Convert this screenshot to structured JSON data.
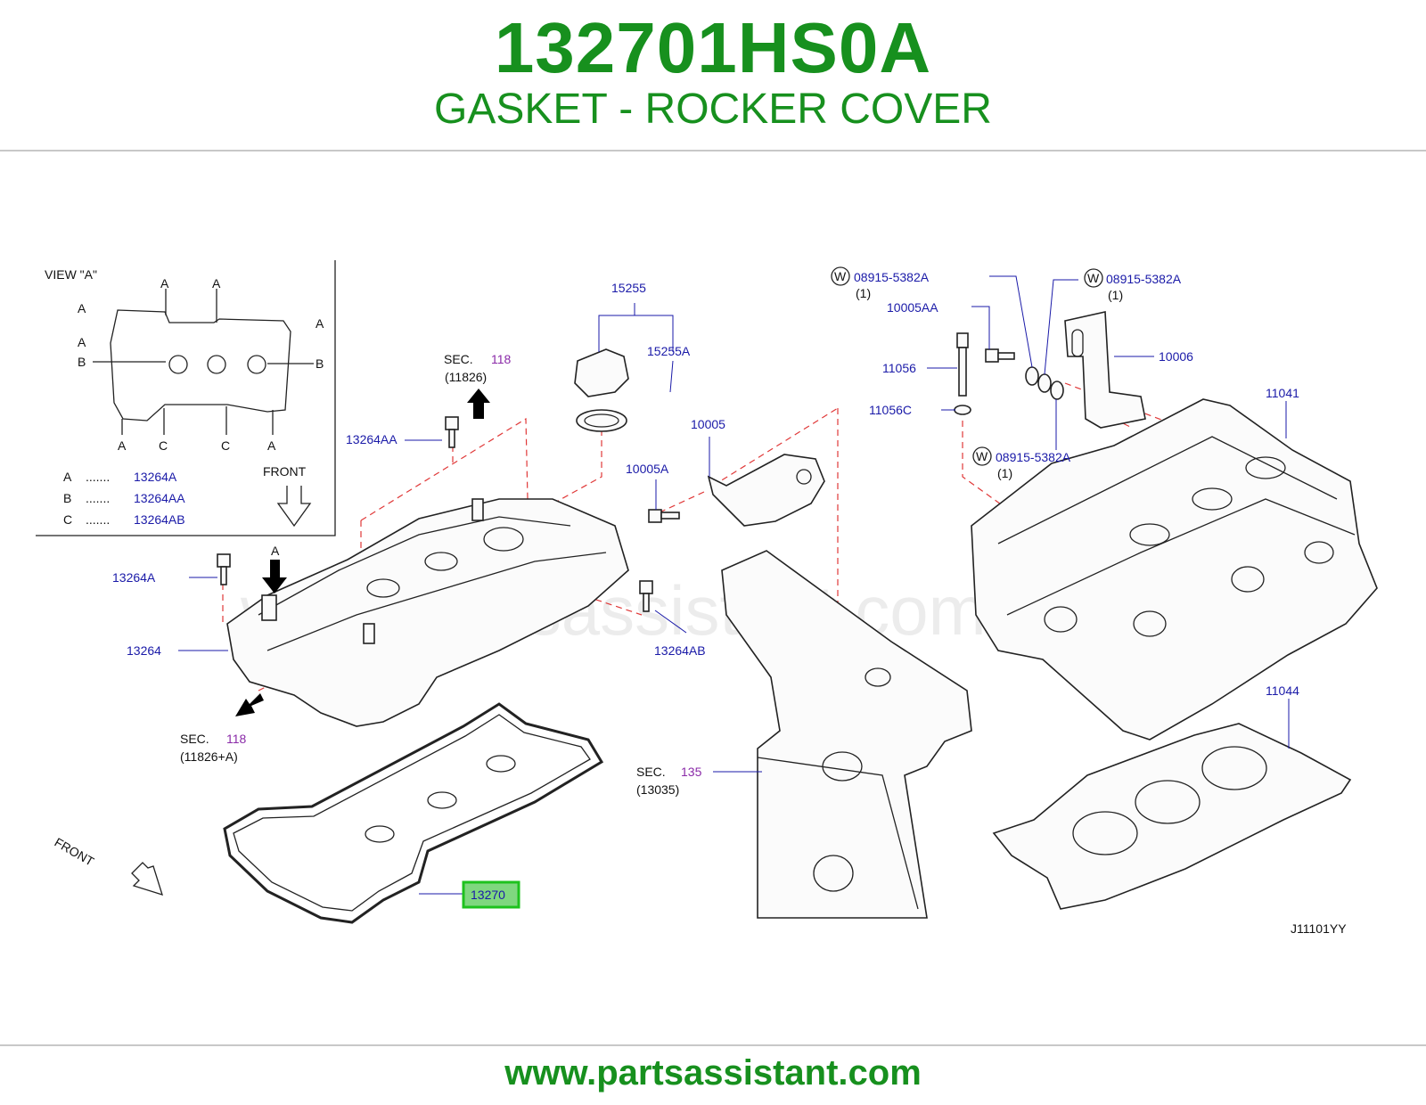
{
  "header": {
    "part_number": "132701HS0A",
    "part_name": "GASKET - ROCKER COVER"
  },
  "footer": {
    "url": "www.partsassistant.com"
  },
  "diagram": {
    "watermark": "www.partsassistant.com",
    "code": "J11101YY",
    "highlight_color": "#1ec21e",
    "view_a": {
      "title": "VIEW \"A\"",
      "front_label": "FRONT",
      "marker_A": "A",
      "marker_B": "B",
      "marker_C": "C",
      "legend": [
        {
          "key": "A",
          "dots": ".......",
          "part": "13264A"
        },
        {
          "key": "B",
          "dots": ".......",
          "part": "13264AA"
        },
        {
          "key": "C",
          "dots": ".......",
          "part": "13264AB"
        }
      ]
    },
    "sec_labels": {
      "sec": "SEC.",
      "s118_top_num": "118",
      "s118_top_sub": "(11826)",
      "s118_bottom_num": "118",
      "s118_bottom_sub": "(11826+A)",
      "s135_num": "135",
      "s135_sub": "(13035)"
    },
    "arrow_a_label": "A",
    "front_label": "FRONT",
    "washer_symbol": "W",
    "part_labels": {
      "p15255": "15255",
      "p15255A": "15255A",
      "p13264AA": "13264AA",
      "p13264A": "13264A",
      "p13264": "13264",
      "p13264AB": "13264AB",
      "p13270": "13270",
      "p10005": "10005",
      "p10005A": "10005A",
      "p10005AA": "10005AA",
      "p11056": "11056",
      "p11056C": "11056C",
      "p10006": "10006",
      "p11041": "11041",
      "p11044": "11044",
      "w1": "08915-5382A",
      "w1_qty": "(1)",
      "w2": "08915-5382A",
      "w2_qty": "(1)",
      "w3": "08915-5382A",
      "w3_qty": "(1)"
    }
  }
}
